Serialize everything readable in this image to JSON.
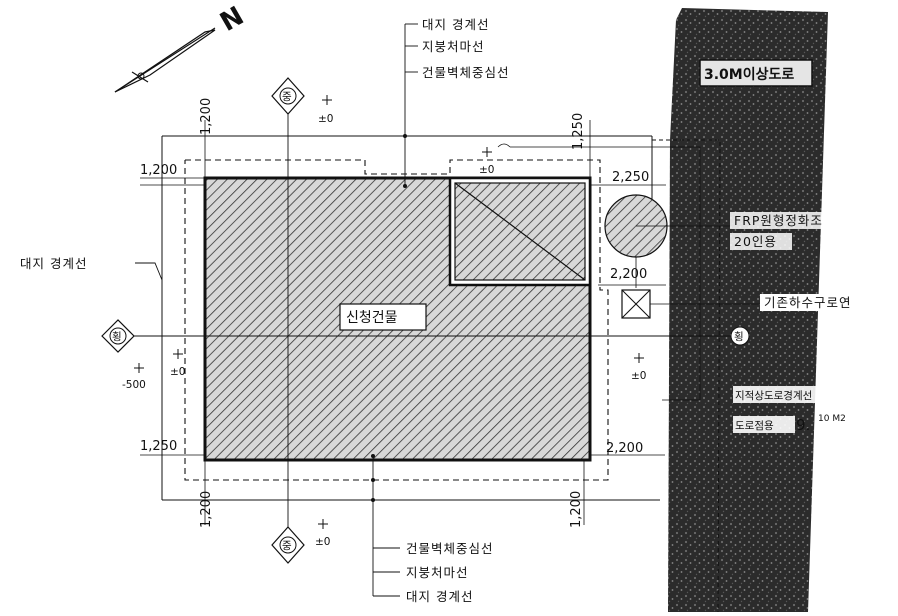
{
  "north_label": "N",
  "road": {
    "label": "3.0M이상도로",
    "base_color": "#2a2a2a"
  },
  "labels": {
    "lot_boundary_top": "대지 경계선",
    "eave_line_top": "지붕처마선",
    "wall_center_top": "건물벽체중심선",
    "lot_boundary_left": "대지 경계선",
    "wall_center_bottom": "건물벽체중심선",
    "eave_line_bottom": "지붕처마선",
    "lot_boundary_bottom": "대지 경계선",
    "building": "신청건물",
    "septic": "FRP원형정화조",
    "septic_capacity": "20인용",
    "sewer": "기존하수구로연",
    "road_boundary": "지적상도로경계선",
    "area_prefix": "도로점용",
    "area_value": "9.",
    "area_unit": "10 M2"
  },
  "section_markers": {
    "top": "중",
    "bottom": "중",
    "left": "횡",
    "right": "횡"
  },
  "levels": {
    "l1": "±0",
    "l2": "±0",
    "l3": "-500",
    "l4": "±0",
    "l5": "±0",
    "l6": "±0"
  },
  "dimensions": {
    "left_top_vertical": "1,200",
    "left_top_horizontal": "1,200",
    "right_top_vertical": "1,250",
    "right_tank_top": "2,250",
    "right_tank_bottom": "2,200",
    "left_bottom_horizontal": "1,250",
    "right_bottom_horizontal": "2,200",
    "left_bottom_vertical": "1,200",
    "right_bottom_vertical": "1,200"
  }
}
